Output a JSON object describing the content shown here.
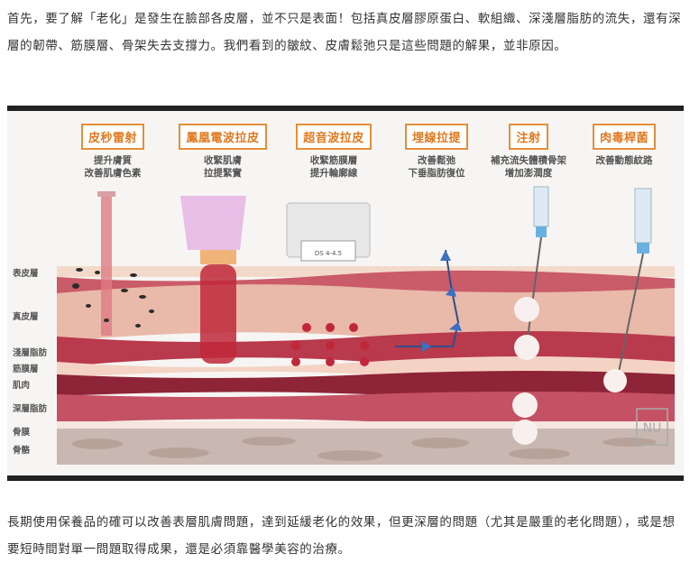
{
  "article": {
    "intro": "首先，要了解「老化」是發生在臉部各皮層，並不只是表面！包括真皮層膠原蛋白、軟組織、深淺層脂肪的流失，還有深層的韌帶、筋膜層、骨架失去支撐力。我們看到的皺紋、皮膚鬆弛只是這些問題的解果，並非原因。",
    "outro": "長期使用保養品的確可以改善表層肌膚問題，達到延緩老化的效果，但更深層的問題（尤其是嚴重的老化問題），或是想要短時間對單一問題取得成果，還是必須靠醫學美容的治療。"
  },
  "figure": {
    "methods": [
      {
        "title": "皮秒雷射",
        "desc": [
          "提升膚質",
          "改善肌膚色素"
        ]
      },
      {
        "title": "鳳凰電波拉皮",
        "desc": [
          "收緊肌膚",
          "拉提緊實"
        ]
      },
      {
        "title": "超音波拉皮",
        "desc": [
          "收緊筋膜層",
          "提升輪廓線"
        ]
      },
      {
        "title": "埋線拉提",
        "desc": [
          "改善鬆弛",
          "下垂脂肪復位"
        ]
      },
      {
        "title": "注射",
        "desc": [
          "補充流失體積骨架",
          "增加澎潤度"
        ]
      },
      {
        "title": "肉毒桿菌",
        "desc": [
          "改善動態紋路"
        ]
      }
    ],
    "layers": [
      "表皮層",
      "真皮層",
      "淺層脂肪",
      "筋膜層",
      "肌肉",
      "深層脂肪",
      "骨膜",
      "骨骼"
    ],
    "device_label": "DS 4-4.5",
    "watermark": "NU",
    "colors": {
      "accent": "#e48e3a",
      "epidermis": "#f3d9c9",
      "dermis": "#e9b9a9",
      "fat": "#b83a4c",
      "fascia": "#f4d3c4",
      "muscle": "#8e2437",
      "deep_fat": "#c55264",
      "bone": "#c9b8b1"
    }
  }
}
